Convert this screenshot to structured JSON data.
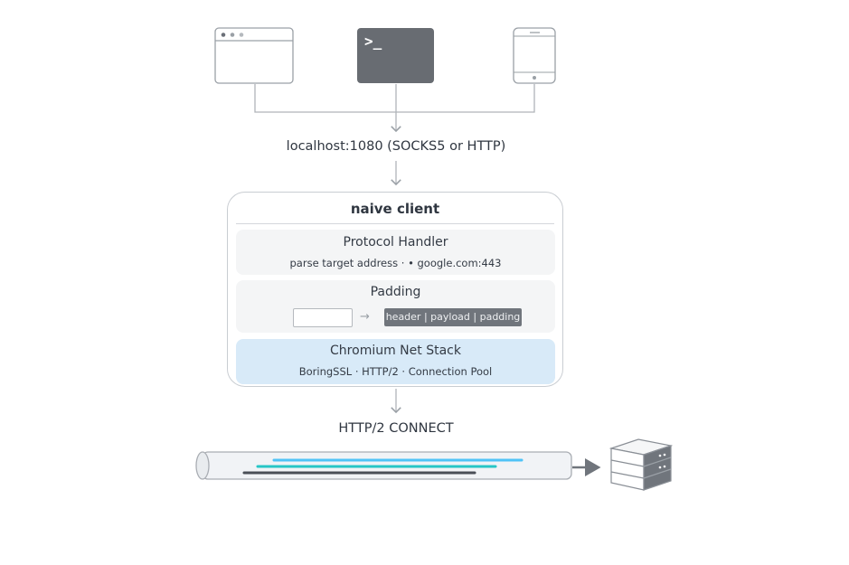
{
  "clients": [
    {
      "name": "browser",
      "icon": "browser-window-icon"
    },
    {
      "name": "terminal",
      "icon": "terminal-icon",
      "prompt": ">_"
    },
    {
      "name": "mobile",
      "icon": "mobile-phone-icon"
    }
  ],
  "listen_label": "localhost:1080 (SOCKS5 or HTTP)",
  "naive_client": {
    "title": "naive client",
    "protocol_handler": {
      "title": "Protocol Handler",
      "subtitle": "parse target address · • google.com:443"
    },
    "padding": {
      "title": "Padding",
      "frame_label": "header | payload | padding"
    },
    "net_stack": {
      "title": "Chromium Net Stack",
      "subtitle": "BoringSSL · HTTP/2 · Connection Pool"
    }
  },
  "tunnel_label": "HTTP/2 CONNECT",
  "colors": {
    "terminal": "#686c72",
    "net_stack": "#d8eaf8",
    "stream_blue": "#4fc3f7",
    "stream_teal": "#26c6c6",
    "stream_dark": "#4a4f57"
  },
  "server_icon": "server-icon"
}
